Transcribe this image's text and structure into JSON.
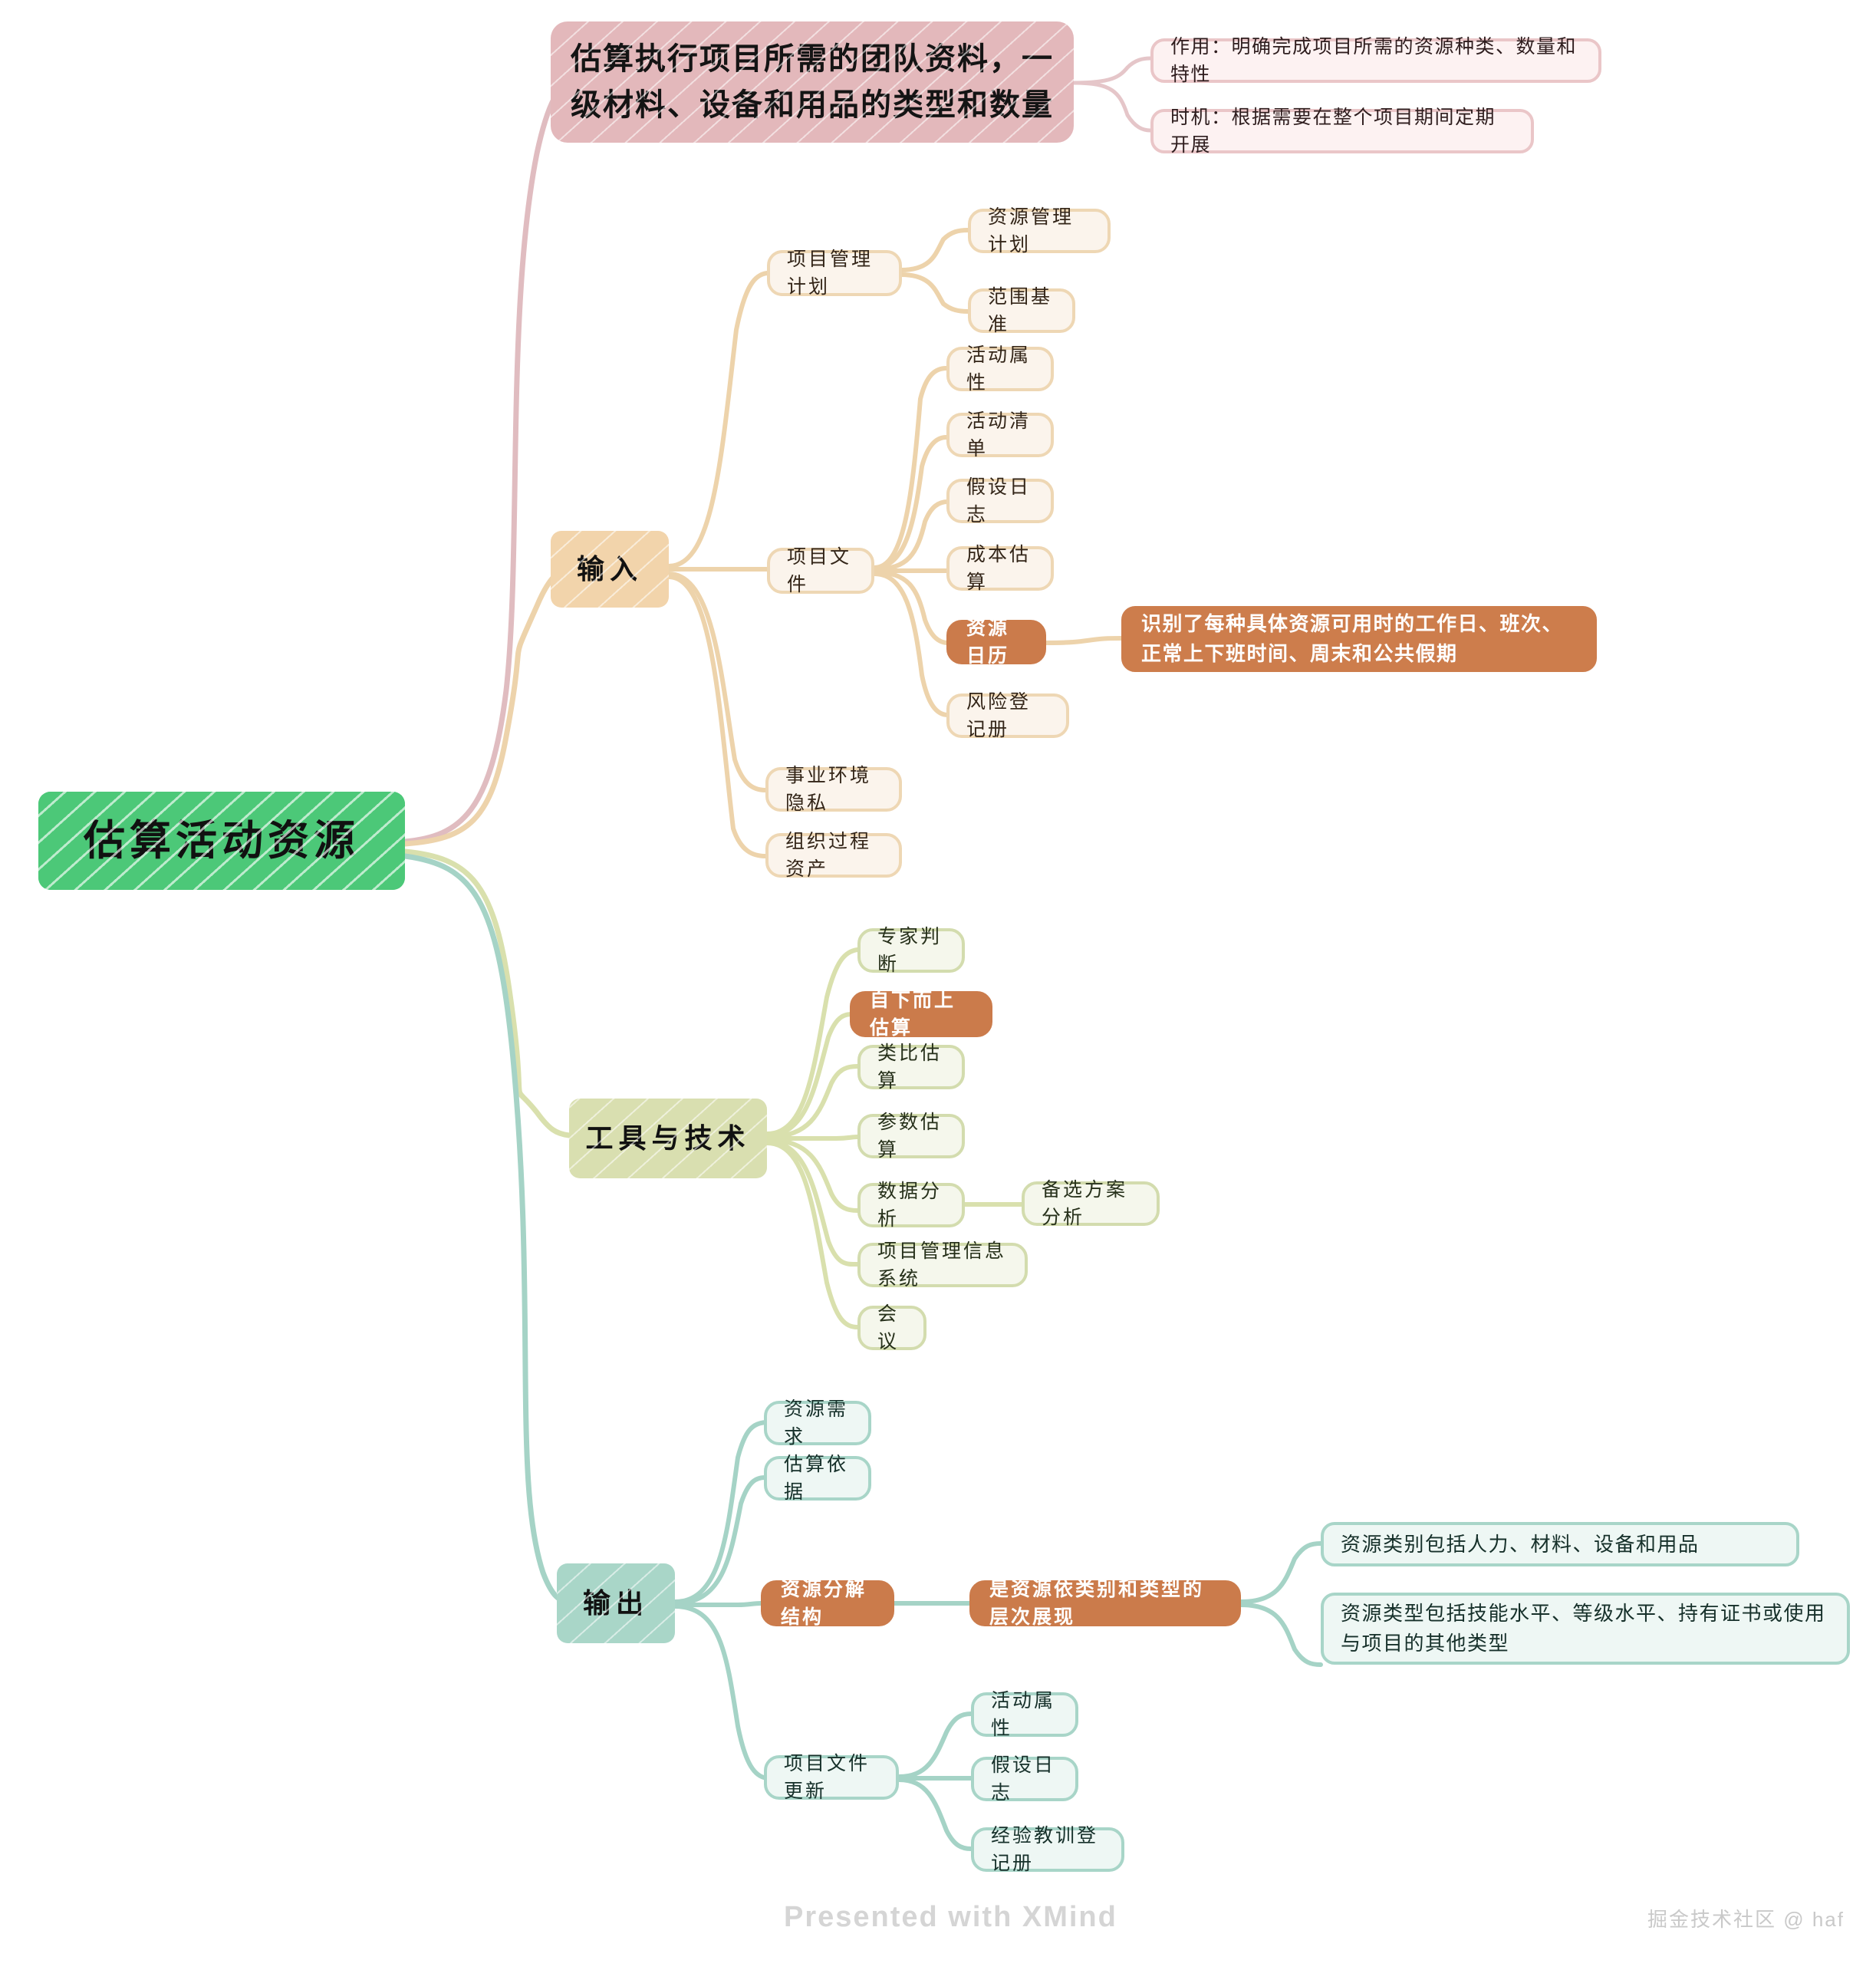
{
  "root": {
    "label": "估算活动资源"
  },
  "summary": {
    "label": "估算执行项目所需的团队资料，一级材料、设备和用品的类型和数量",
    "notes": [
      {
        "label": "作用：明确完成项目所需的资源种类、数量和特性"
      },
      {
        "label": "时机：根据需要在整个项目期间定期开展"
      }
    ]
  },
  "branches": [
    {
      "key": "input",
      "label": "输入",
      "color": "#f2d4ab",
      "children": [
        {
          "label": "项目管理计划",
          "children": [
            {
              "label": "资源管理计划"
            },
            {
              "label": "范围基准"
            }
          ]
        },
        {
          "label": "项目文件",
          "children": [
            {
              "label": "活动属性"
            },
            {
              "label": "活动清单"
            },
            {
              "label": "假设日志"
            },
            {
              "label": "成本估算"
            },
            {
              "label": "资源日历",
              "highlight": true,
              "note": "识别了每种具体资源可用时的工作日、班次、正常上下班时间、周末和公共假期"
            },
            {
              "label": "风险登记册"
            }
          ]
        },
        {
          "label": "事业环境隐私"
        },
        {
          "label": "组织过程资产"
        }
      ]
    },
    {
      "key": "tools",
      "label": "工具与技术",
      "color": "#d9dfb0",
      "children": [
        {
          "label": "专家判断"
        },
        {
          "label": "自下而上估算",
          "highlight": true
        },
        {
          "label": "类比估算"
        },
        {
          "label": "参数估算"
        },
        {
          "label": "数据分析",
          "children": [
            {
              "label": "备选方案分析"
            }
          ]
        },
        {
          "label": "项目管理信息系统"
        },
        {
          "label": "会议"
        }
      ]
    },
    {
      "key": "output",
      "label": "输出",
      "color": "#a9d6c8",
      "children": [
        {
          "label": "资源需求"
        },
        {
          "label": "估算依据"
        },
        {
          "label": "资源分解结构",
          "highlight": true,
          "children": [
            {
              "label": "是资源依类别和类型的层次展现",
              "highlight": true,
              "children": [
                {
                  "label": "资源类别包括人力、材料、设备和用品"
                },
                {
                  "label": "资源类型包括技能水平、等级水平、持有证书或使用与项目的其他类型"
                }
              ]
            }
          ]
        },
        {
          "label": "项目文件更新",
          "children": [
            {
              "label": "活动属性"
            },
            {
              "label": "假设日志"
            },
            {
              "label": "经验教训登记册"
            }
          ]
        }
      ]
    }
  ],
  "footer": {
    "brand": "Presented with XMind",
    "watermark": "掘金技术社区 @ haf"
  },
  "palette": {
    "root_green": "#4cc878",
    "pink": "#e3b8bb",
    "orange": "#f2d4ab",
    "olive": "#d9dfb0",
    "teal": "#a9d6c8",
    "highlight_brown": "#cb7b4b",
    "link_pink": "#e0bcc0",
    "link_orange": "#edd3ab",
    "link_olive": "#d9e0ad",
    "link_teal": "#a5d3c6"
  }
}
